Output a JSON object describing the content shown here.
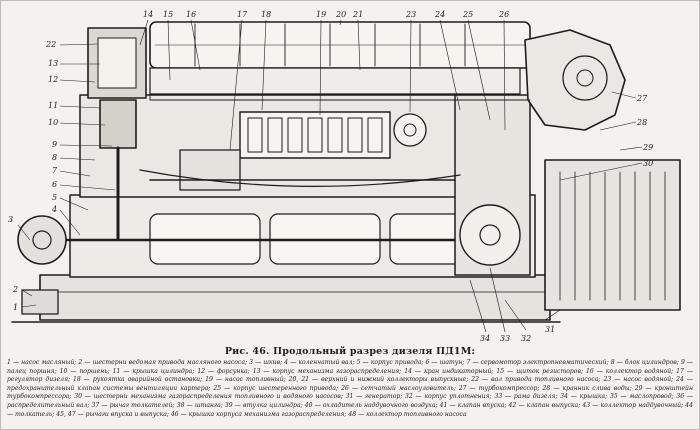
{
  "figure": {
    "caption": "Рис. 46. Продольный разрез дизеля ПД1М:",
    "legend": "1 — насос масляный; 2 — шестерни ведомая привода масляного насоса; 3 — шкив; 4 — коленчатый вал; 5 — корпус привода; 6 — шатун; 7 — сервомотор электропневматический; 8 — блок цилиндров; 9 — палец поршня; 10 — поршень; 11 — крышка цилиндра; 12 — форсунка; 13 — корпус механизма газораспределения; 14 — кран индикаторный; 15 — щиток резисторов; 16 — коллектор водяной; 17 — регулятор дизеля; 18 — рукоятка аварийной остановки; 19 — насос топливный; 20, 21 — верхний и нижний коллекторы выпускные; 22 — вал привода топливного насоса; 23 — насос водяной; 24 — предохранительный клапан системы вентиляции картера; 25 — корпус шестеренного привода; 26 — сетчатый маслоуловитель; 27 — турбокомпрессор; 28 — кранник слива воды; 29 — кронштейн турбокомпрессора; 30 — шестерни механизма газораспределения топливного и водяного насосов; 31 — генератор; 32 — корпус уплотнения; 33 — рама дизеля; 34 — крышка; 35 — маслопровод; 36 — распределительный вал; 37 — рычаг толкателей; 38 — штанга; 39 — втулка цилиндра; 40 — охладитель наддувочного воздуха; 41 — клапан впуска; 42 — клапан выпуска; 43 — коллектор наддувочный; 44 — толкатель; 45, 47 — рычаги впуска и выпуска; 46 — крышка корпуса механизма газораспределения; 48 — коллектор топливного насоса",
    "callouts": [
      "1",
      "2",
      "3",
      "4",
      "5",
      "6",
      "7",
      "8",
      "9",
      "10",
      "11",
      "12",
      "13",
      "14",
      "15",
      "16",
      "17",
      "18",
      "19",
      "20",
      "21",
      "22",
      "23",
      "24",
      "25",
      "26",
      "27",
      "28",
      "29",
      "30",
      "31",
      "32",
      "33",
      "34"
    ]
  }
}
